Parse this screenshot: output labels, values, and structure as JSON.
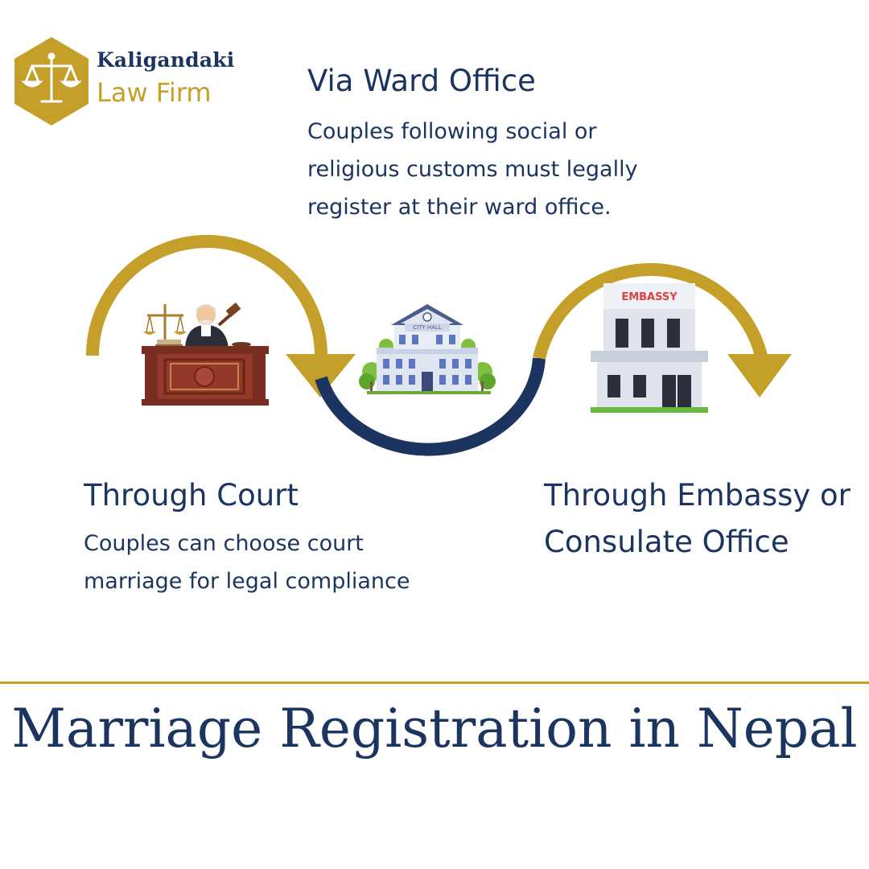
{
  "logo": {
    "name": "Kaligandaki",
    "sub": "Law Firm",
    "icon": "scales-of-justice-icon",
    "color": "#c4a02a"
  },
  "steps": {
    "ward": {
      "title": "Via Ward Office",
      "description": "Couples following social or religious customs must legally register at their ward office.",
      "icon": "city-hall-icon",
      "building_sign": "CITY HALL"
    },
    "court": {
      "title": "Through Court",
      "description": "Couples can choose court marriage for legal compliance",
      "icon": "judge-at-bench-icon"
    },
    "embassy": {
      "title": "Through Embassy or Consulate Office",
      "icon": "embassy-building-icon",
      "building_sign": "EMBASSY"
    }
  },
  "main_title": "Marriage Registration in Nepal",
  "colors": {
    "navy": "#1c3560",
    "gold": "#c4a02a",
    "white": "#ffffff"
  }
}
